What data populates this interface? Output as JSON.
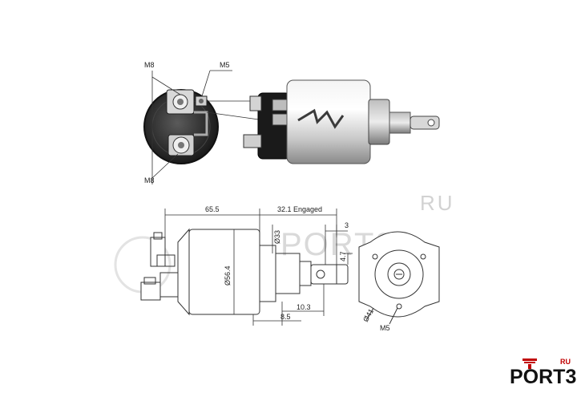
{
  "labels": {
    "top_m8": "M8",
    "top_m5": "M5",
    "bottom_m8": "M8",
    "d_65_5": "65.5",
    "d_engaged": "32.1 Engaged",
    "d_3": "3",
    "d_33": "Ø33",
    "d_56_4": "Ø56.4",
    "d_4_7": "4.7",
    "d_10_3": "10.3",
    "d_8_5": "8.5",
    "d_41": "Ø41",
    "side_m5": "M5"
  },
  "watermark": {
    "ru": "RU",
    "text": "PORT3"
  },
  "logo": {
    "text": "PORT3",
    "ru": "RU"
  },
  "colors": {
    "logo_red": "#c00000",
    "line": "#333333",
    "watermark": "#d9d9d9"
  }
}
